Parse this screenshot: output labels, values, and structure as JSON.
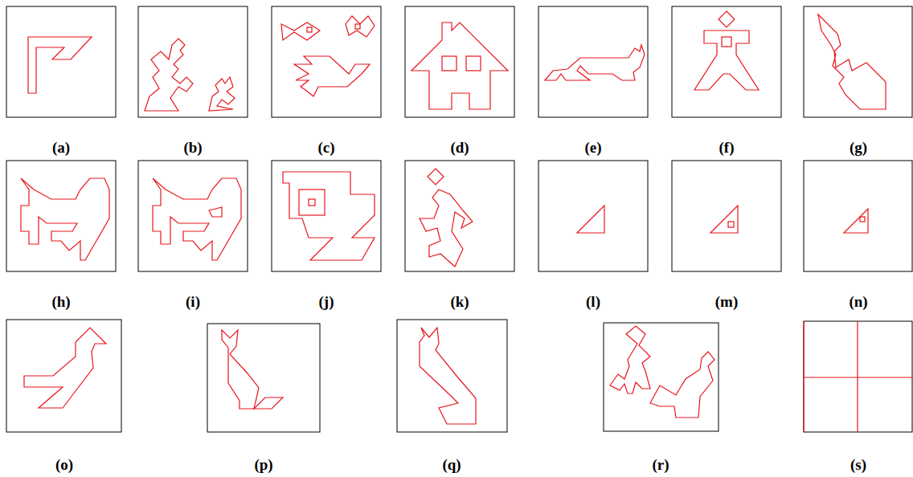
{
  "diagram": {
    "labels": [
      "(a)",
      "(b)",
      "(c)",
      "(d)",
      "(e)",
      "(f)",
      "(g)",
      "(h)",
      "(i)",
      "(j)",
      "(k)",
      "(l)",
      "(m)",
      "(n)",
      "(o)",
      "(p)",
      "(q)",
      "(r)",
      "(s)"
    ]
  }
}
